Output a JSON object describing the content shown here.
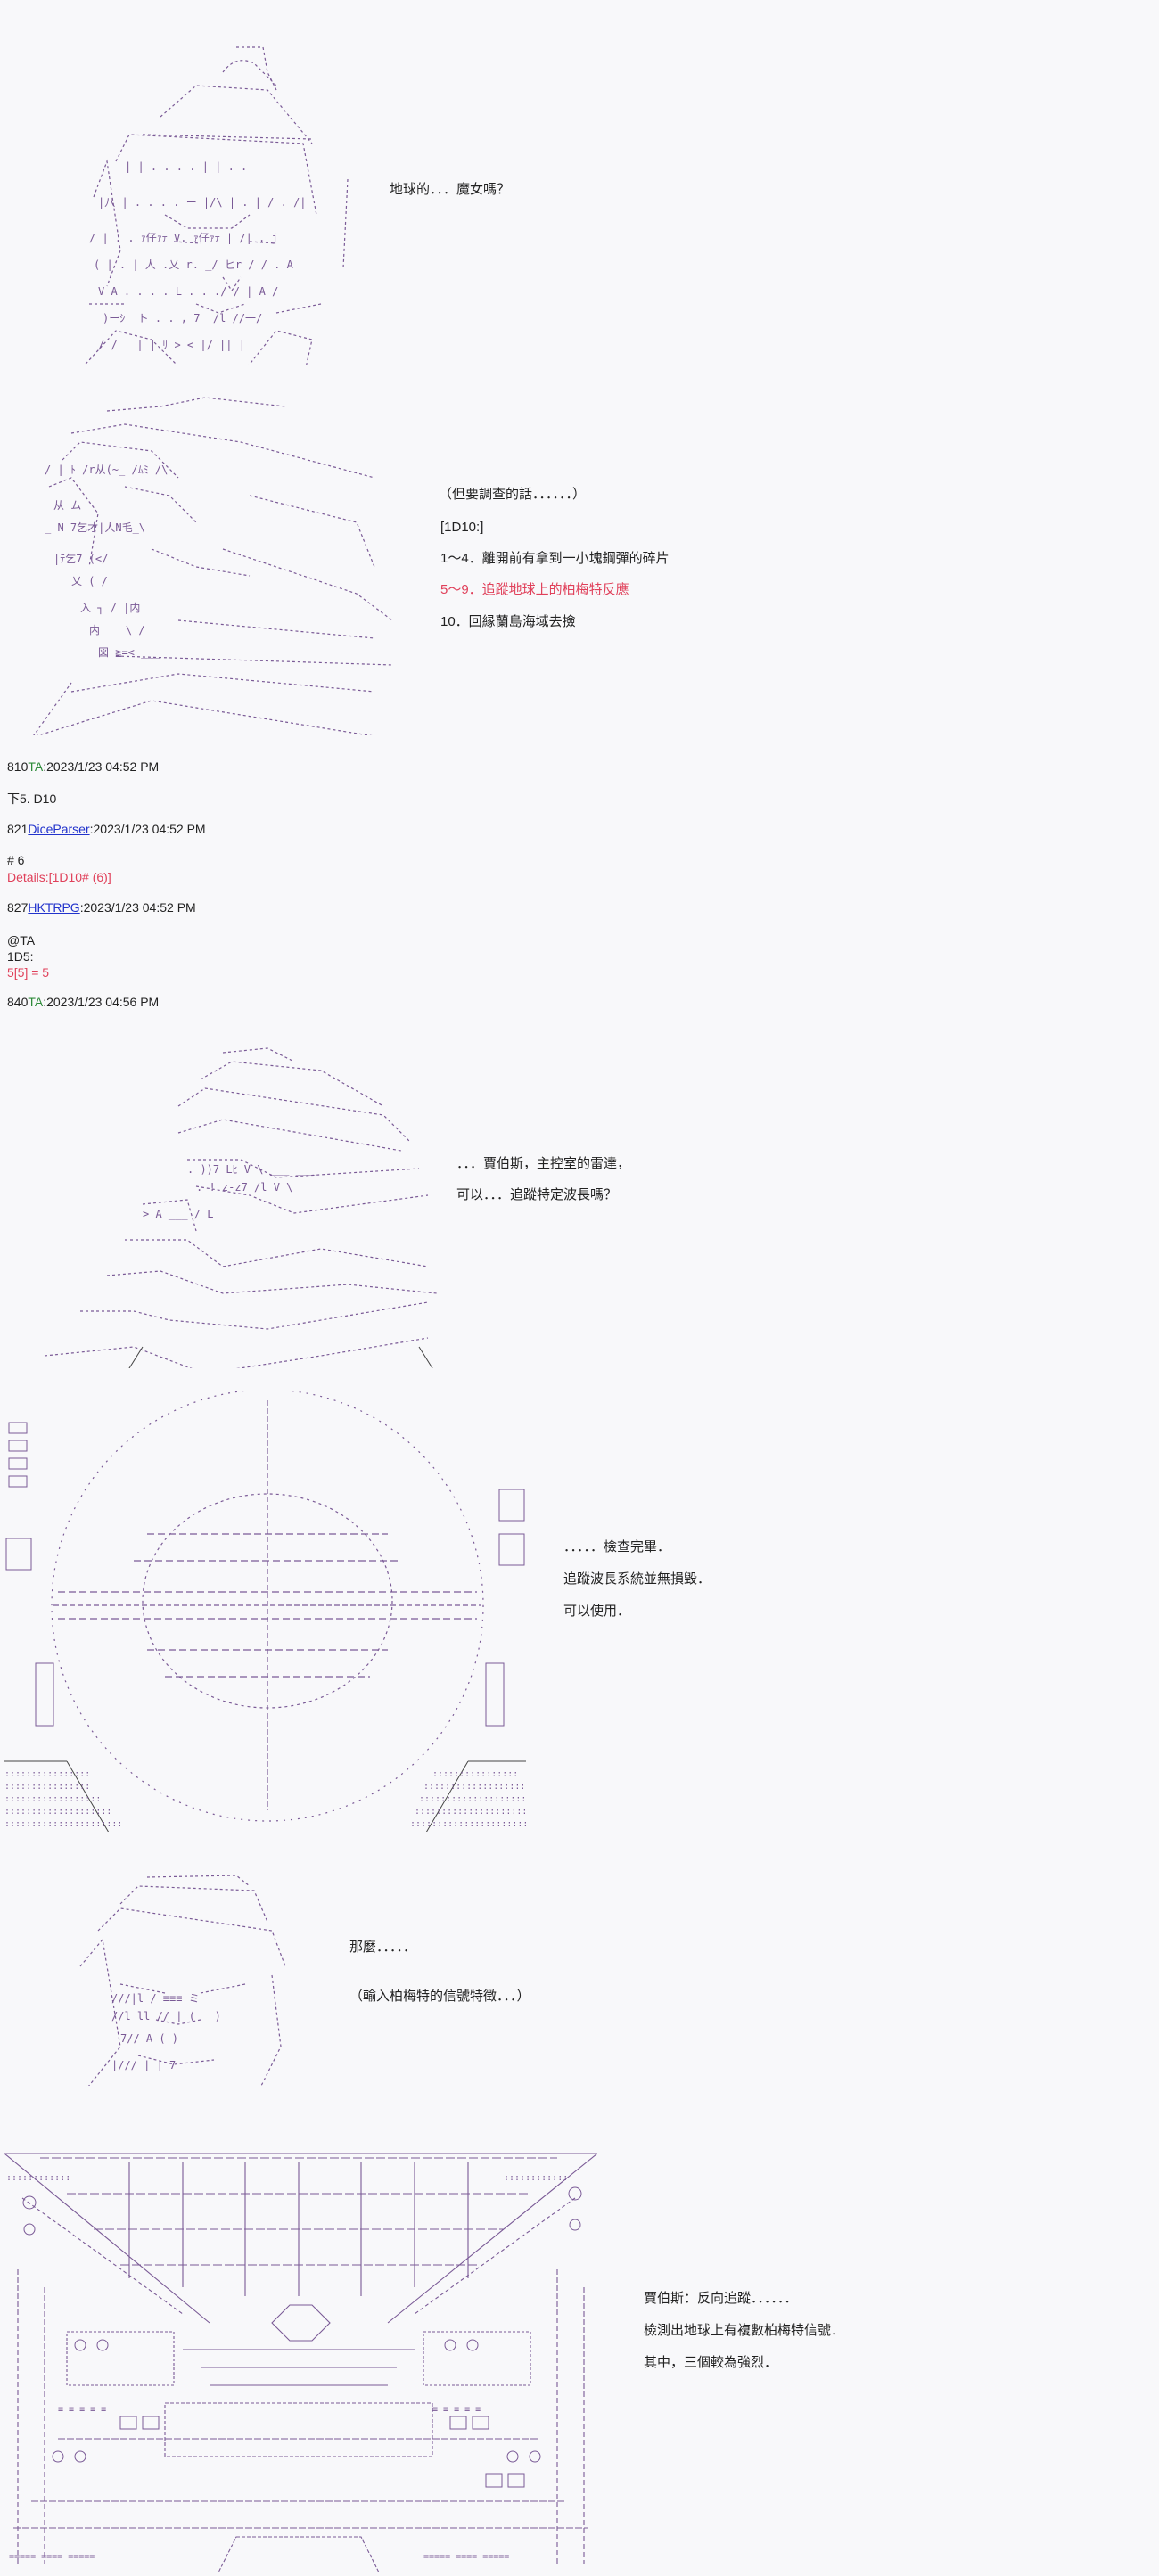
{
  "panel1": {
    "dialogue": "地球的．．．魔女嗎？"
  },
  "panel2": {
    "lines": [
      "（但要調查的話．．．．．．）",
      "[1D10:]",
      "1～4．離開前有拿到一小塊鋼彈的碎片",
      "5～9．追蹤地球上的柏梅特反應",
      "10．回縁蘭島海域去撿"
    ],
    "highlight_index": 3,
    "highlight_color": "#e0405a"
  },
  "posts": [
    {
      "number": "810",
      "author": "TA",
      "author_is_link": false,
      "timestamp": ":2023/1/23 04:52 PM",
      "body": [
        "下5. D10"
      ],
      "body_red": []
    },
    {
      "number": "821",
      "author": "DiceParser",
      "author_is_link": true,
      "timestamp": ":2023/1/23 04:52 PM",
      "body": [
        "# 6"
      ],
      "body_red": [
        "Details:[1D10# (6)]"
      ]
    },
    {
      "number": "827",
      "author": "HKTRPG",
      "author_is_link": true,
      "timestamp": ":2023/1/23 04:52 PM",
      "body": [
        "@TA",
        "1D5:"
      ],
      "body_red": [
        "5[5] = 5"
      ]
    },
    {
      "number": "840",
      "author": "TA",
      "author_is_link": false,
      "timestamp": ":2023/1/23 04:56 PM",
      "body": [],
      "body_red": []
    }
  ],
  "panel3": {
    "lines": [
      "．．．賈伯斯，主控室的雷達，",
      "可以．．．追蹤特定波長嗎？"
    ]
  },
  "panel4": {
    "lines": [
      "．．．．．檢查完畢．",
      "追蹤波長系統並無損毀．",
      "可以使用．"
    ]
  },
  "panel5": {
    "lines": [
      "那麼．．．．．",
      "（輸入柏梅特的信號特徵．．．）"
    ]
  },
  "panel6": {
    "lines": [
      "賈伯斯：反向追蹤．．．．．．",
      "檢測出地球上有複數柏梅特信號．",
      "其中，三個較為強烈．"
    ]
  }
}
